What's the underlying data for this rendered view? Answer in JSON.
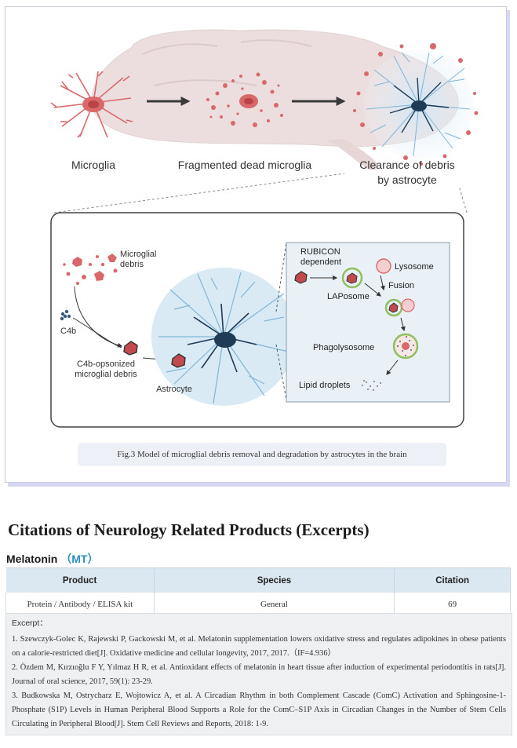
{
  "figure": {
    "stage_labels": [
      "Microglia",
      "Fragmented dead microglia",
      "Clearance of debris",
      "by astrocyte"
    ],
    "inset_labels": {
      "microglial_debris_1": "Microglial",
      "microglial_debris_2": "debris",
      "c4b": "C4b",
      "opsonized_1": "C4b-opsonized",
      "opsonized_2": "microglial debris",
      "astrocyte": "Astrocyte",
      "rubicon_1": "RUBICON",
      "rubicon_2": "dependent",
      "lysosome": "Lysosome",
      "fusion": "Fusion",
      "laposome": "LAPosome",
      "phagolysosome": "Phagolysosome",
      "lipid_droplets": "Lipid droplets"
    },
    "caption": "Fig.3 Model of microglial debris removal and degradation by astrocytes in the brain"
  },
  "citations": {
    "title": "Citations of Neurology Related Products (Excerpts)",
    "product_name": "Melatonin",
    "product_abbr_open": "（",
    "product_abbr": "MT",
    "product_abbr_close": "）",
    "table": {
      "headers": [
        "Product",
        "Species",
        "Citation"
      ],
      "row": [
        "Protein / Antibody / ELISA kit",
        "General",
        "69"
      ]
    },
    "excerpt_label": "Excerpt：",
    "excerpts": [
      "1. Szewczyk-Golec K, Rajewski P, Gackowski M, et al. Melatonin supplementation lowers oxidative stress and regulates adipokines in obese patients on a calorie-restricted diet[J]. Oxidative medicine and cellular longevity, 2017, 2017.（IF=4.936）",
      "2. Özdem M, Kırzıoğlu F Y, Yılmaz H R, et al. Antioxidant effects of melatonin in heart tissue after induction of experimental periodontitis in rats[J]. Journal of oral science, 2017, 59(1): 23-29.",
      "3. Budkowska M, Ostrycharz E, Wojtowicz A, et al. A Circadian Rhythm in both Complement Cascade (ComC) Activation and Sphingosine-1-Phosphate (S1P) Levels in Human Peripheral Blood Supports a Role for the ComC–S1P Axis in Circadian Changes in the Number of Stem Cells Circulating in Peripheral Blood[J]. Stem Cell Reviews and Reports, 2018: 1-9."
    ]
  },
  "colors": {
    "microglia": "#d9686a",
    "astrocyte_blue": "#7fb6d8",
    "astrocyte_dark": "#1f3b55",
    "brain": "#eadfdf",
    "header_blue": "#dbe8f1",
    "abbr_blue": "#2e8fc4"
  }
}
